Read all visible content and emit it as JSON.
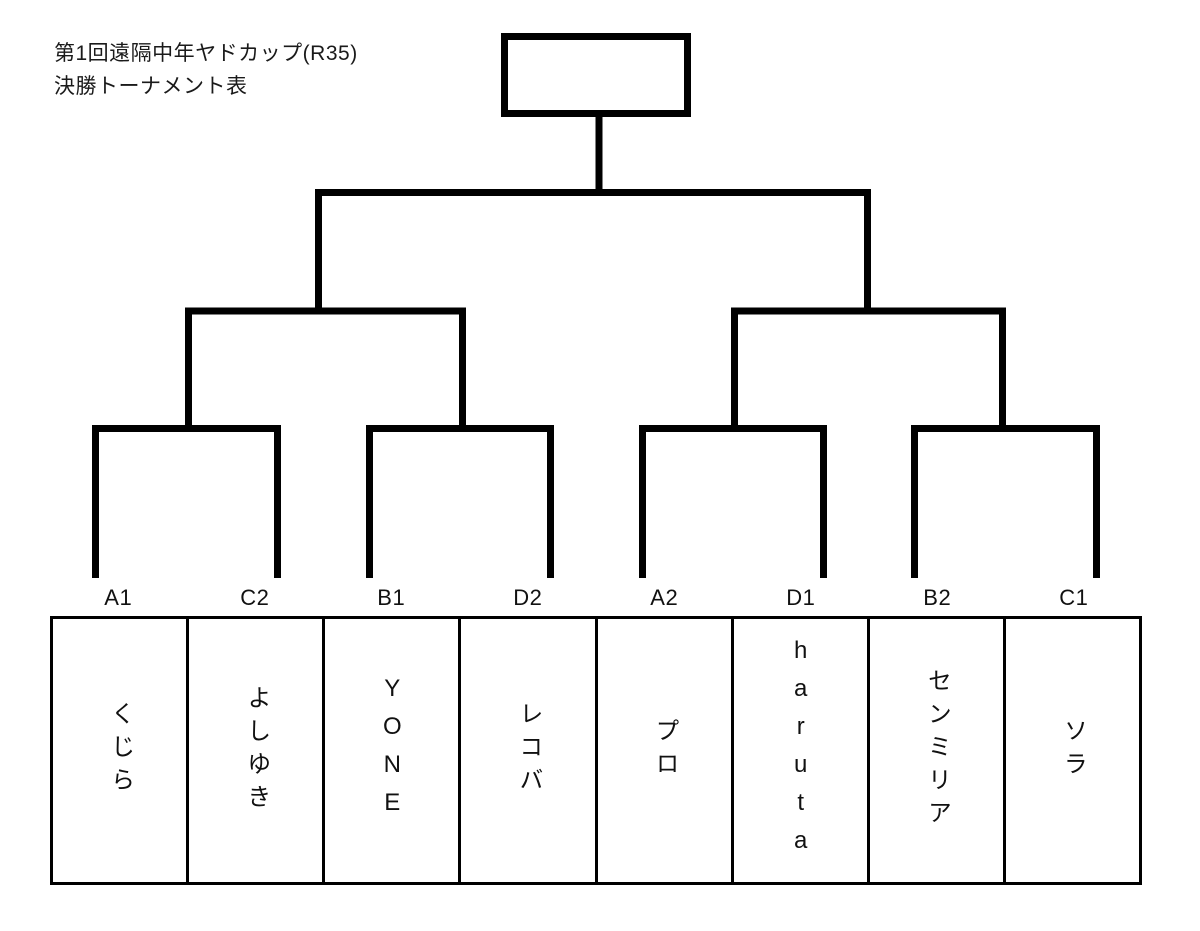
{
  "title": {
    "line1": "第1回遠隔中年ヤドカップ(R35)",
    "line2": "決勝トーナメント表"
  },
  "champion": {
    "label": "",
    "box_name": "champion-box"
  },
  "colors": {
    "line": "#000000",
    "background": "#ffffff",
    "text": "#111111"
  },
  "bracket": {
    "rounds": [
      "final",
      "semifinal",
      "quarterfinal"
    ],
    "seeds": [
      "A1",
      "C2",
      "B1",
      "D2",
      "A2",
      "D1",
      "B2",
      "C1"
    ],
    "matchups": {
      "quarterfinals": [
        [
          "A1",
          "C2"
        ],
        [
          "B1",
          "D2"
        ],
        [
          "A2",
          "D1"
        ],
        [
          "B2",
          "C1"
        ]
      ],
      "semifinals": [
        [
          "QF1",
          "QF2"
        ],
        [
          "QF3",
          "QF4"
        ]
      ],
      "final": [
        [
          "SF1",
          "SF2"
        ]
      ]
    }
  },
  "entrants": [
    {
      "seed": "A1",
      "name": "くじら",
      "script": "kana"
    },
    {
      "seed": "C2",
      "name": "よしゆき",
      "script": "kana"
    },
    {
      "seed": "B1",
      "name": "YONE",
      "script": "latin"
    },
    {
      "seed": "D2",
      "name": "レコバ",
      "script": "kana"
    },
    {
      "seed": "A2",
      "name": "プロ",
      "script": "kana"
    },
    {
      "seed": "D1",
      "name": "haruta",
      "script": "latin"
    },
    {
      "seed": "B2",
      "name": "センミリア",
      "script": "kana"
    },
    {
      "seed": "C1",
      "name": "ソラ",
      "script": "kana"
    }
  ]
}
